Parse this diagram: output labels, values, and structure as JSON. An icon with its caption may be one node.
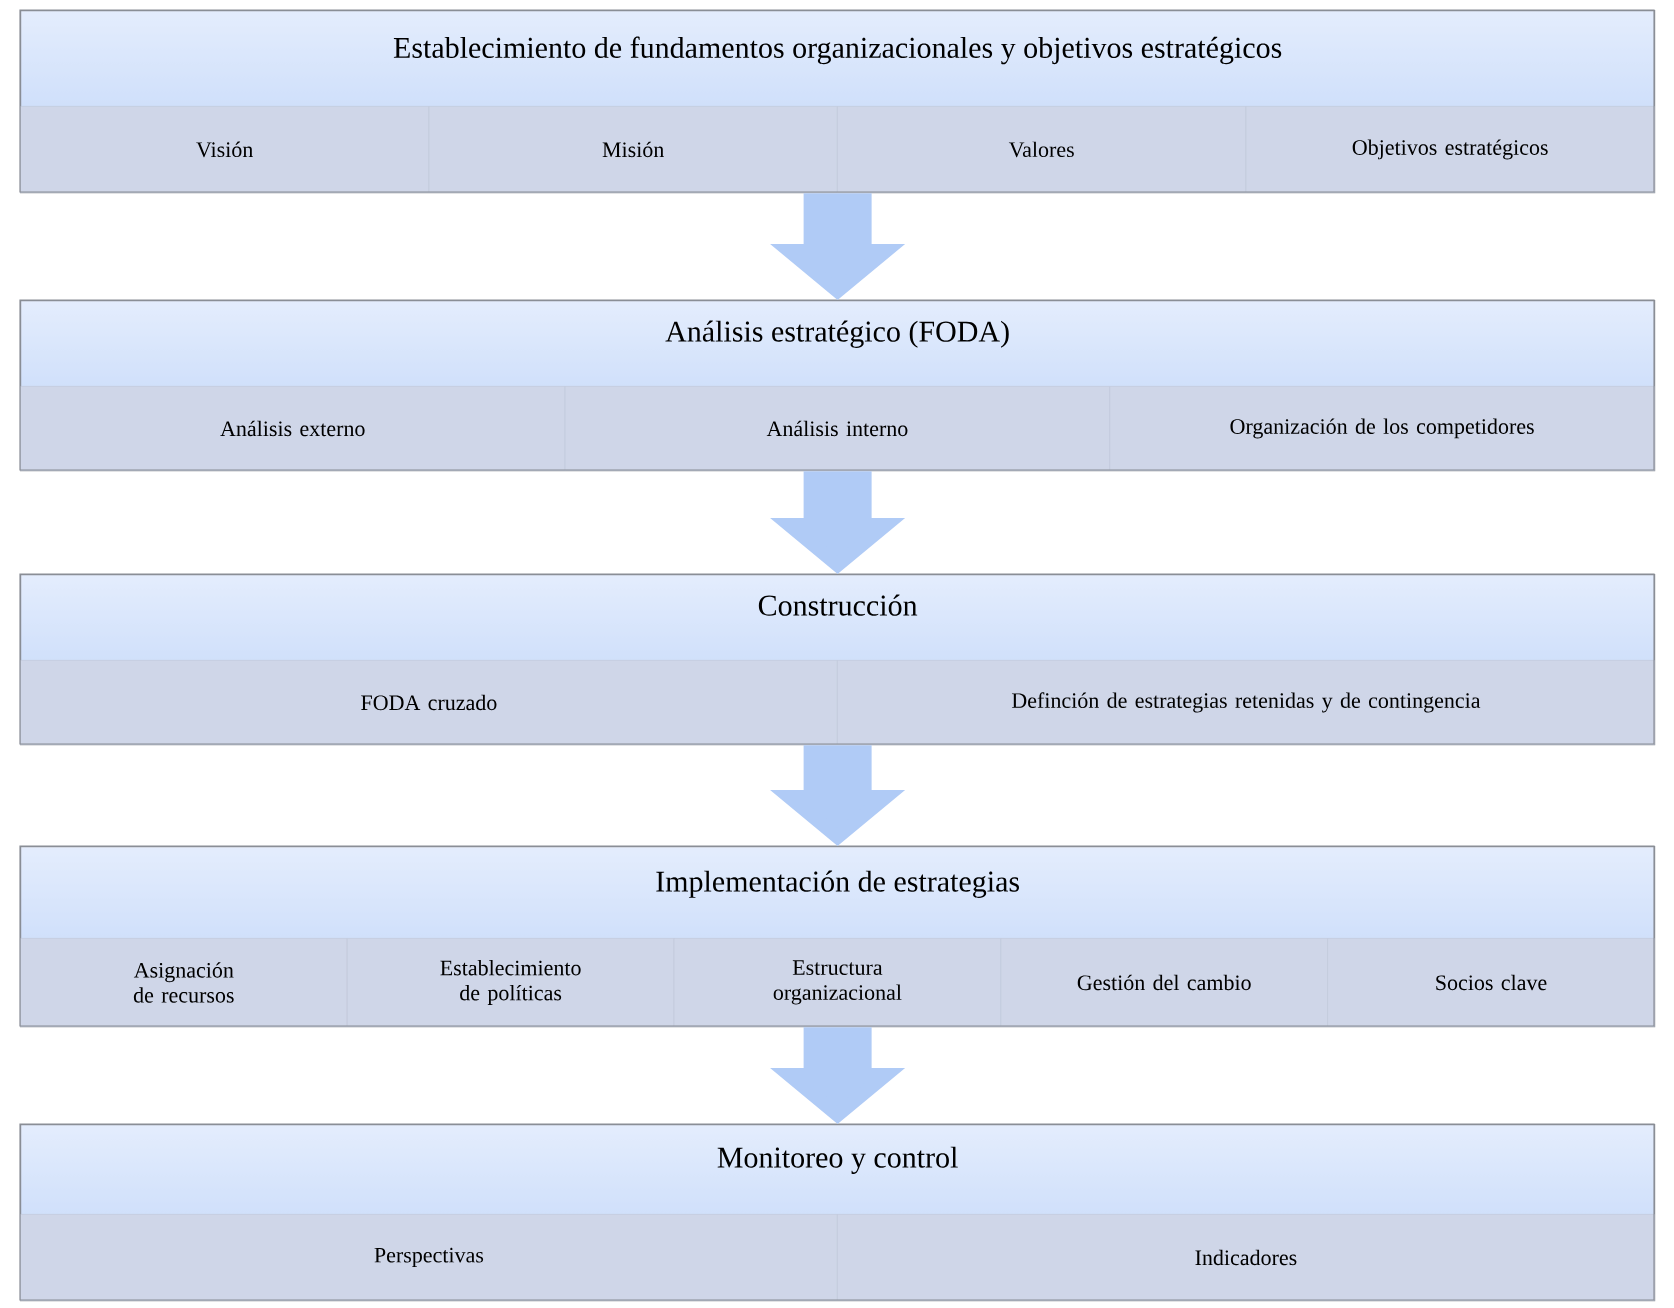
{
  "diagram": {
    "nodes": [
      {
        "text": [
          "Establecimiento de fundamentos organizacionales y objetivos estratégicos"
        ]
      },
      {
        "text": [
          "Visión"
        ],
        "in": 0
      },
      {
        "text": [
          "Misión"
        ],
        "in": 0
      },
      {
        "text": [
          "Valores"
        ],
        "in": 0
      },
      {
        "text": [
          "Objetivos estratégicos"
        ],
        "in": 0
      },
      {
        "text": [
          "Análisis estratégico (FODA)"
        ]
      },
      {
        "text": [
          "Análisis externo"
        ],
        "in": 5
      },
      {
        "text": [
          "Análisis interno"
        ],
        "in": 5
      },
      {
        "text": [
          "Organización de los competidores"
        ],
        "in": 5
      },
      {
        "text": [
          "Construcción"
        ]
      },
      {
        "text": [
          "FODA cruzado"
        ],
        "in": 9
      },
      {
        "text": [
          "Definción de estrategias retenidas y de contingencia"
        ],
        "in": 9
      },
      {
        "text": [
          "Implementación de estrategias"
        ]
      },
      {
        "text": [
          "Asignación de recursos"
        ],
        "in": 12
      },
      {
        "text": [
          "Establecimiento de políticas"
        ],
        "in": 12
      },
      {
        "text": [
          "Estructura organizacional"
        ],
        "in": 12
      },
      {
        "text": [
          "Gestión del cambio"
        ],
        "in": 12
      },
      {
        "text": [
          "Socios clave"
        ],
        "in": 12
      },
      {
        "text": [
          "Monitoreo y control"
        ]
      },
      {
        "text": [
          "Perspectivas"
        ],
        "in": 18
      },
      {
        "text": [
          "Indicadores"
        ],
        "in": 18
      }
    ],
    "edges": [
      {
        "from": 0,
        "to": 5,
        "arrow": "to"
      },
      {
        "from": 5,
        "to": 9,
        "arrow": "to"
      },
      {
        "from": 9,
        "to": 12,
        "arrow": "to"
      },
      {
        "from": 12,
        "to": 18,
        "arrow": "to"
      }
    ]
  }
}
